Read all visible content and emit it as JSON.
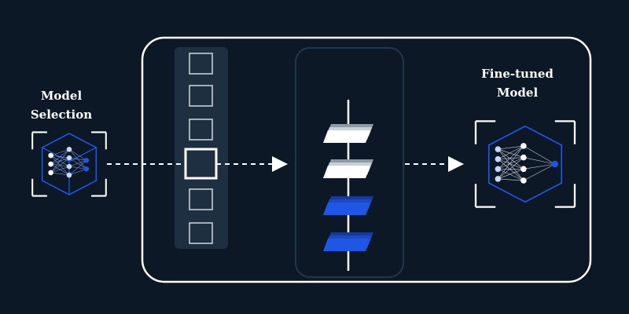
{
  "labels": {
    "model_selection_line1": "Model",
    "model_selection_line2": "Selection",
    "finetuned_line1": "Fine-tuned",
    "finetuned_line2": "Model"
  },
  "colors": {
    "background": "#0d1826",
    "frame": "#ffffff",
    "panel_fill": "#1e2f42",
    "panel_stroke": "#23364a",
    "accent_blue": "#1f56e6",
    "node_light": "#c9d6ff"
  },
  "icons": {
    "left": "neural-network-cube-icon",
    "right": "neural-network-cube-icon",
    "arrow": "dashed-arrow-icon"
  }
}
